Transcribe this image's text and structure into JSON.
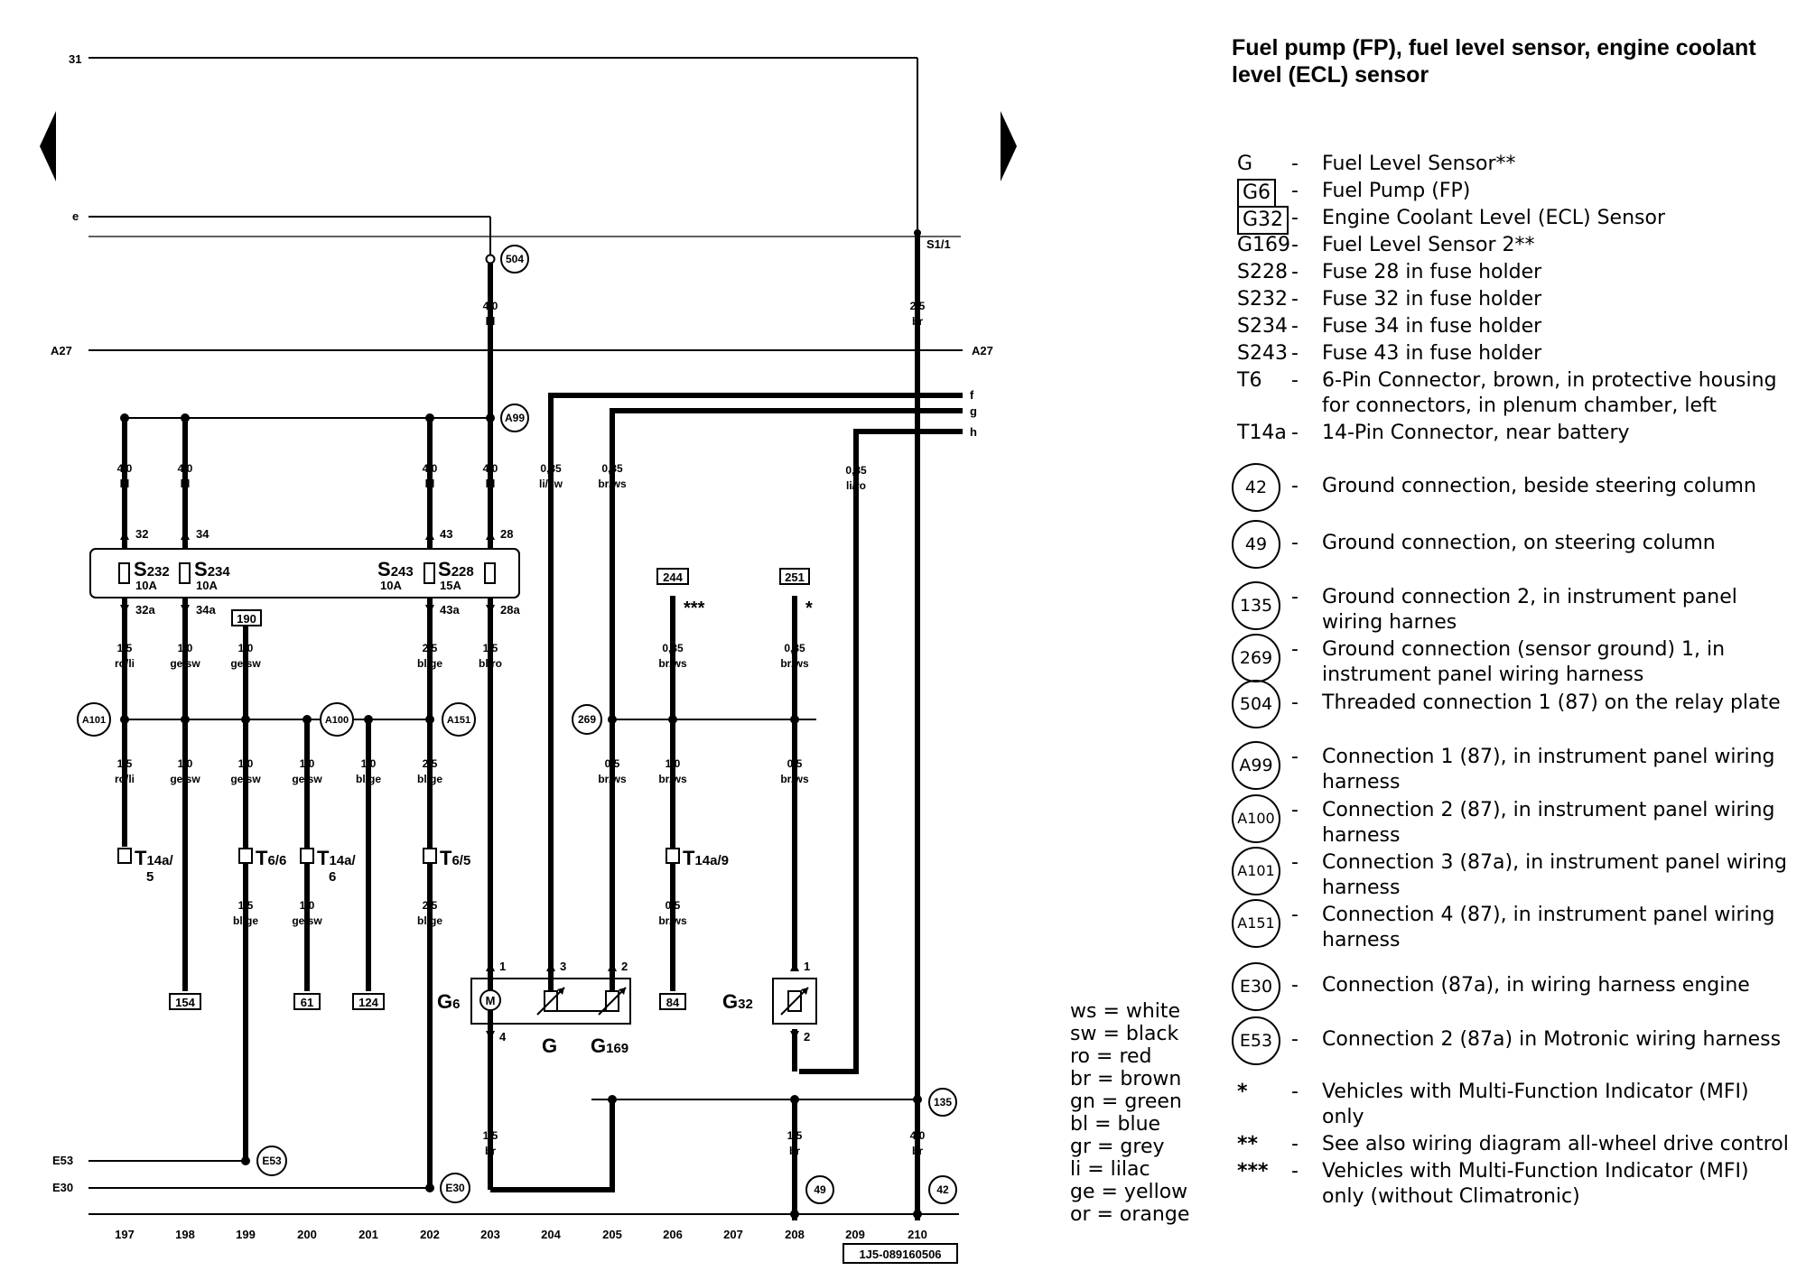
{
  "diagram_title": "Fuel pump (FP), fuel level sensor, engine coolant level (ECL) sensor",
  "legend": [
    {
      "code": "G",
      "boxed": false,
      "desc": "Fuel Level Sensor**"
    },
    {
      "code": "G6",
      "boxed": true,
      "desc": "Fuel Pump (FP)"
    },
    {
      "code": "G32",
      "boxed": true,
      "desc": "Engine Coolant Level (ECL) Sensor"
    },
    {
      "code": "G169",
      "boxed": false,
      "desc": "Fuel Level Sensor 2**"
    },
    {
      "code": "S228",
      "boxed": false,
      "desc": "Fuse 28 in fuse holder"
    },
    {
      "code": "S232",
      "boxed": false,
      "desc": "Fuse 32 in fuse holder"
    },
    {
      "code": "S234",
      "boxed": false,
      "desc": "Fuse 34 in fuse holder"
    },
    {
      "code": "S243",
      "boxed": false,
      "desc": "Fuse 43 in fuse holder"
    },
    {
      "code": "T6",
      "boxed": false,
      "desc": "6-Pin Connector, brown, in protective housing for connectors, in plenum chamber, left"
    },
    {
      "code": "T14a",
      "boxed": false,
      "desc": "14-Pin Connector, near battery"
    }
  ],
  "grounds": [
    {
      "code": "42",
      "desc": "Ground connection, beside steering column"
    },
    {
      "code": "49",
      "desc": "Ground connection, on steering column"
    },
    {
      "code": "135",
      "desc": "Ground connection 2, in instrument panel wiring harnes"
    },
    {
      "code": "269",
      "desc": "Ground connection (sensor ground) 1, in instrument panel wiring harness"
    },
    {
      "code": "504",
      "desc": "Threaded connection 1 (87) on the relay plate"
    },
    {
      "code": "A99",
      "desc": "Connection 1 (87), in instrument panel wiring harness"
    },
    {
      "code": "A100",
      "desc": "Connection 2 (87), in instrument panel wiring harness"
    },
    {
      "code": "A101",
      "desc": "Connection 3 (87a), in instrument panel wiring harness"
    },
    {
      "code": "A151",
      "desc": "Connection 4 (87), in instrument panel wiring harness"
    },
    {
      "code": "E30",
      "desc": "Connection (87a), in wiring harness engine"
    },
    {
      "code": "E53",
      "desc": "Connection 2 (87a) in Motronic wiring harness"
    }
  ],
  "notes": [
    {
      "mark": "*",
      "desc": "Vehicles with Multi-Function Indicator (MFI) only"
    },
    {
      "mark": "**",
      "desc": "See also wiring diagram all-wheel drive control"
    },
    {
      "mark": "***",
      "desc": "Vehicles with Multi-Function Indicator (MFI) only (without Climatronic)"
    }
  ],
  "color_codes": [
    "ws = white",
    "sw = black",
    "ro = red",
    "br = brown",
    "gn = green",
    "bl = blue",
    "gr = grey",
    "li = lilac",
    "ge = yellow",
    "or = orange"
  ],
  "rails": {
    "r31": "31",
    "re": "e",
    "a27": "A27",
    "e53": "E53",
    "e30": "E30",
    "s1": "S1/1",
    "f": "f",
    "g": "g",
    "h": "h"
  },
  "tracks": [
    "197",
    "198",
    "199",
    "200",
    "201",
    "202",
    "203",
    "204",
    "205",
    "206",
    "207",
    "208",
    "209",
    "210"
  ],
  "diagram_number": "1J5-089160506",
  "stars": {
    "s3": "***",
    "s1": "*"
  },
  "circles": {
    "c504": "504",
    "ca99": "A99",
    "ca101": "A101",
    "ca100": "A100",
    "ca151": "A151",
    "c269": "269",
    "ce53": "E53",
    "ce30": "E30",
    "c135": "135",
    "c49": "49",
    "c42": "42"
  },
  "boxes": {
    "b190": "190",
    "b244": "244",
    "b251": "251",
    "b154": "154",
    "b61": "61",
    "b124": "124",
    "b84": "84"
  },
  "wires": [
    {
      "id": "w504",
      "size": "4,0",
      "color": "bl"
    },
    {
      "id": "w31",
      "size": "2,5",
      "color": "br"
    },
    {
      "id": "wf",
      "size": "0,35",
      "color": "li/sw"
    },
    {
      "id": "wg",
      "size": "0,35",
      "color": "br/ws"
    },
    {
      "id": "wh",
      "size": "0,35",
      "color": "li/ro"
    },
    {
      "id": "w197a",
      "size": "4,0",
      "color": "bl"
    },
    {
      "id": "w198a",
      "size": "4,0",
      "color": "bl"
    },
    {
      "id": "w202a",
      "size": "4,0",
      "color": "bl"
    },
    {
      "id": "w203a",
      "size": "4,0",
      "color": "bl"
    },
    {
      "id": "w197b",
      "size": "1,5",
      "color": "ro/li"
    },
    {
      "id": "w198b",
      "size": "1,0",
      "color": "ge/sw"
    },
    {
      "id": "w199b",
      "size": "1,0",
      "color": "ge/sw"
    },
    {
      "id": "w202b",
      "size": "2,5",
      "color": "bl/ge"
    },
    {
      "id": "w203b",
      "size": "1,5",
      "color": "bl/ro"
    },
    {
      "id": "w206b",
      "size": "0,35",
      "color": "br/ws"
    },
    {
      "id": "w208b",
      "size": "0,35",
      "color": "br/ws"
    },
    {
      "id": "w197c",
      "size": "1,5",
      "color": "ro/li"
    },
    {
      "id": "w198c",
      "size": "1,0",
      "color": "ge/sw"
    },
    {
      "id": "w199c",
      "size": "1,0",
      "color": "ge/sw"
    },
    {
      "id": "w200c",
      "size": "1,0",
      "color": "ge/sw"
    },
    {
      "id": "w201c",
      "size": "1,0",
      "color": "bl/ge"
    },
    {
      "id": "w202c",
      "size": "2,5",
      "color": "bl/ge"
    },
    {
      "id": "w205c",
      "size": "0,5",
      "color": "br/ws"
    },
    {
      "id": "w206c",
      "size": "1,0",
      "color": "br/ws"
    },
    {
      "id": "w208c",
      "size": "0,5",
      "color": "br/ws"
    },
    {
      "id": "w199d",
      "size": "1,5",
      "color": "bl/ge"
    },
    {
      "id": "w200d",
      "size": "1,0",
      "color": "ge/sw"
    },
    {
      "id": "w202d",
      "size": "2,5",
      "color": "bl/ge"
    },
    {
      "id": "w206d",
      "size": "0,5",
      "color": "br/ws"
    },
    {
      "id": "w203e",
      "size": "1,5",
      "color": "br"
    },
    {
      "id": "w208e",
      "size": "1,5",
      "color": "br"
    },
    {
      "id": "w210e",
      "size": "4,0",
      "color": "br"
    }
  ],
  "fuses": [
    {
      "id": "f232",
      "name": "S",
      "sub": "232",
      "rating": "10A"
    },
    {
      "id": "f234",
      "name": "S",
      "sub": "234",
      "rating": "10A"
    },
    {
      "id": "f243",
      "name": "S",
      "sub": "243",
      "rating": "10A"
    },
    {
      "id": "f228",
      "name": "S",
      "sub": "228",
      "rating": "15A"
    }
  ],
  "pins": {
    "p32": "32",
    "p34": "34",
    "p43": "43",
    "p28": "28",
    "p32a": "32a",
    "p34a": "34a",
    "p43a": "43a",
    "p28a": "28a",
    "g6p1": "1",
    "g6p3": "3",
    "g6p2": "2",
    "g6p4": "4",
    "g32p1": "1",
    "g32p2": "2"
  },
  "connectors": [
    {
      "id": "t14a5",
      "name": "T",
      "sub": "14a/",
      "sub2": "5"
    },
    {
      "id": "t66",
      "name": "T",
      "sub": "6/6",
      "sub2": ""
    },
    {
      "id": "t14a6",
      "name": "T",
      "sub": "14a/",
      "sub2": "6"
    },
    {
      "id": "t65",
      "name": "T",
      "sub": "6/5",
      "sub2": ""
    },
    {
      "id": "t14a9",
      "name": "T",
      "sub": "14a/9",
      "sub2": ""
    }
  ],
  "components": {
    "g6": {
      "name": "G",
      "sub": "6"
    },
    "g": {
      "name": "G"
    },
    "g169": {
      "name": "G",
      "sub": "169"
    },
    "g32": {
      "name": "G",
      "sub": "32"
    }
  }
}
